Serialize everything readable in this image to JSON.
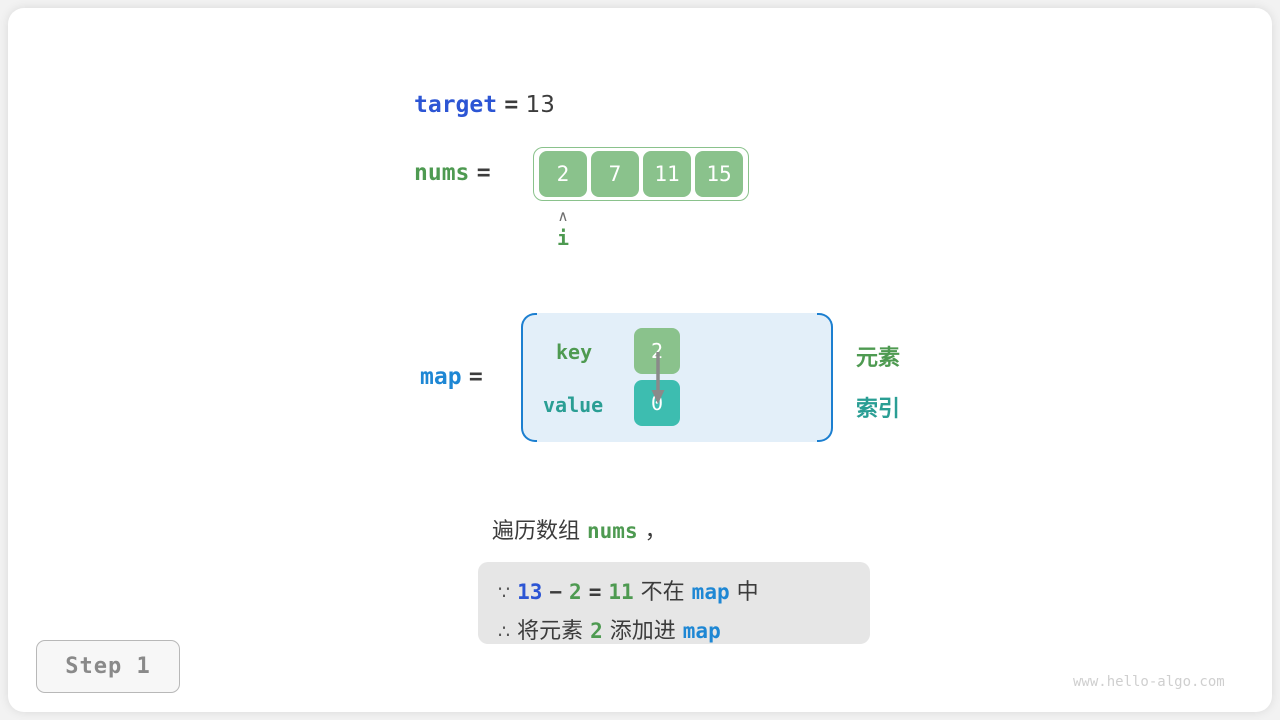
{
  "figure": {
    "step_label": "Step 1",
    "watermark": "www.hello-algo.com"
  },
  "target_row": {
    "var_name": "target",
    "equals": "=",
    "value": "13"
  },
  "nums_row": {
    "var_name": "nums",
    "equals": "=",
    "cells": [
      "2",
      "7",
      "11",
      "15"
    ],
    "pointer": {
      "caret": "∧",
      "label": "i",
      "index": 0
    }
  },
  "map_block": {
    "var_name": "map",
    "equals": "=",
    "key_label": "key",
    "value_label": "value",
    "key_cell": "2",
    "value_cell": "0",
    "side_labels": {
      "element": "元素",
      "index": "索引"
    }
  },
  "narration": {
    "prefix": "遍历数组",
    "var_name": "nums",
    "suffix": "，"
  },
  "callout": {
    "line1": {
      "symbol": "∵",
      "a": "13",
      "minus": "−",
      "b": "2",
      "equals": "=",
      "result": "11",
      "text_mid": "不在",
      "map_name": "map",
      "text_end": "中"
    },
    "line2": {
      "symbol": "∴",
      "text_start": "将元素",
      "elem": "2",
      "text_mid": "添加进",
      "map_name": "map"
    }
  },
  "colors": {
    "target_blue": "#2c55d4",
    "map_blue": "#1e87d4",
    "nums_green": "#4e9a51",
    "cell_green": "#8ac28c",
    "cell_teal": "#3dbdb0",
    "map_fill": "#e3eff9",
    "map_border": "#1c7fd0",
    "callout_bg": "#e6e6e6",
    "neutral_text": "#3c3c3c"
  }
}
